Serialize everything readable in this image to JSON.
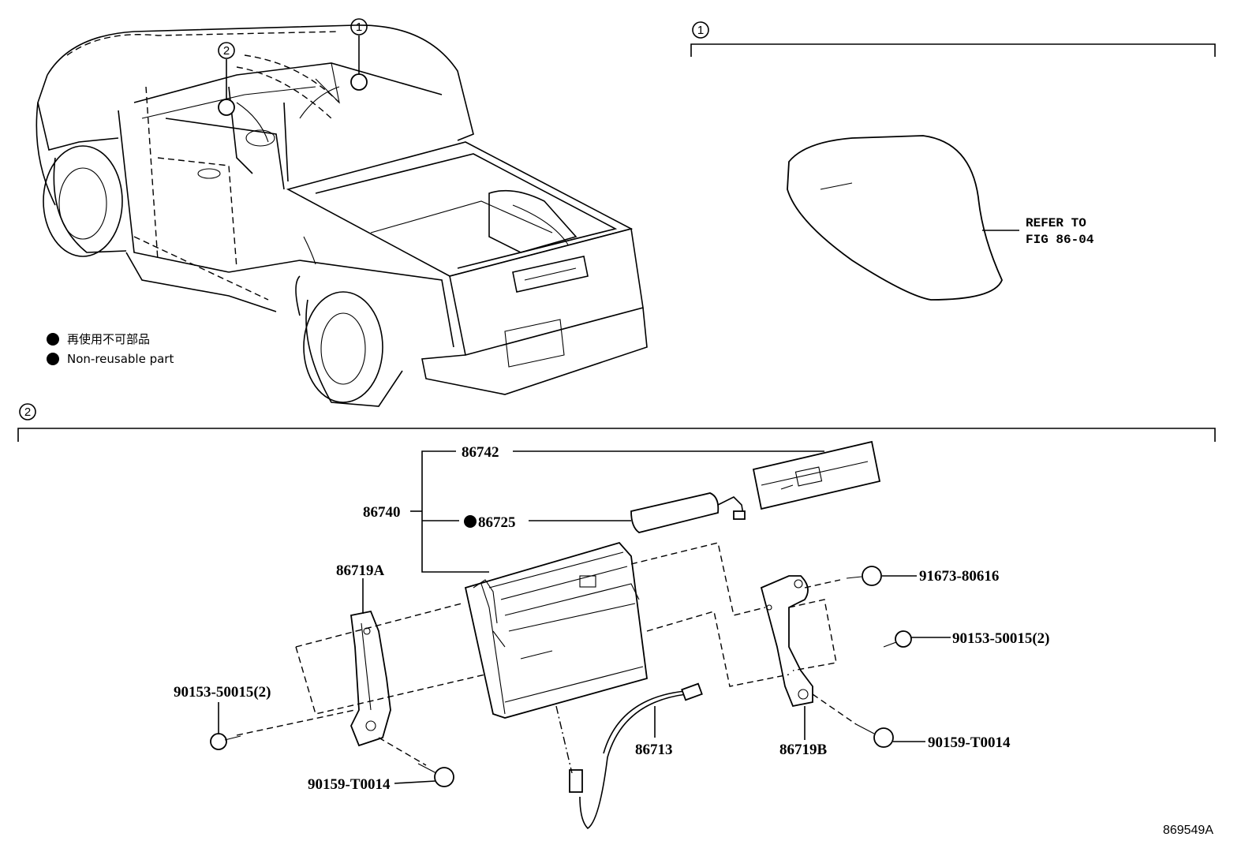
{
  "markers": {
    "one": "1",
    "two": "2"
  },
  "legend": {
    "jp": "再使用不可部品",
    "en": "Non-reusable part"
  },
  "section1": {
    "refer_line1": "REFER TO",
    "refer_line2": "FIG 86-04"
  },
  "labels": {
    "p86742": "86742",
    "p86740": "86740",
    "p86725": "86725",
    "p86719A": "86719A",
    "p86719B": "86719B",
    "p86713": "86713",
    "p91673": "91673-80616",
    "p90153_right": "90153-50015(2)",
    "p90153_left": "90153-50015(2)",
    "p90159_right": "90159-T0014",
    "p90159_left": "90159-T0014"
  },
  "figure_id": "869549A"
}
